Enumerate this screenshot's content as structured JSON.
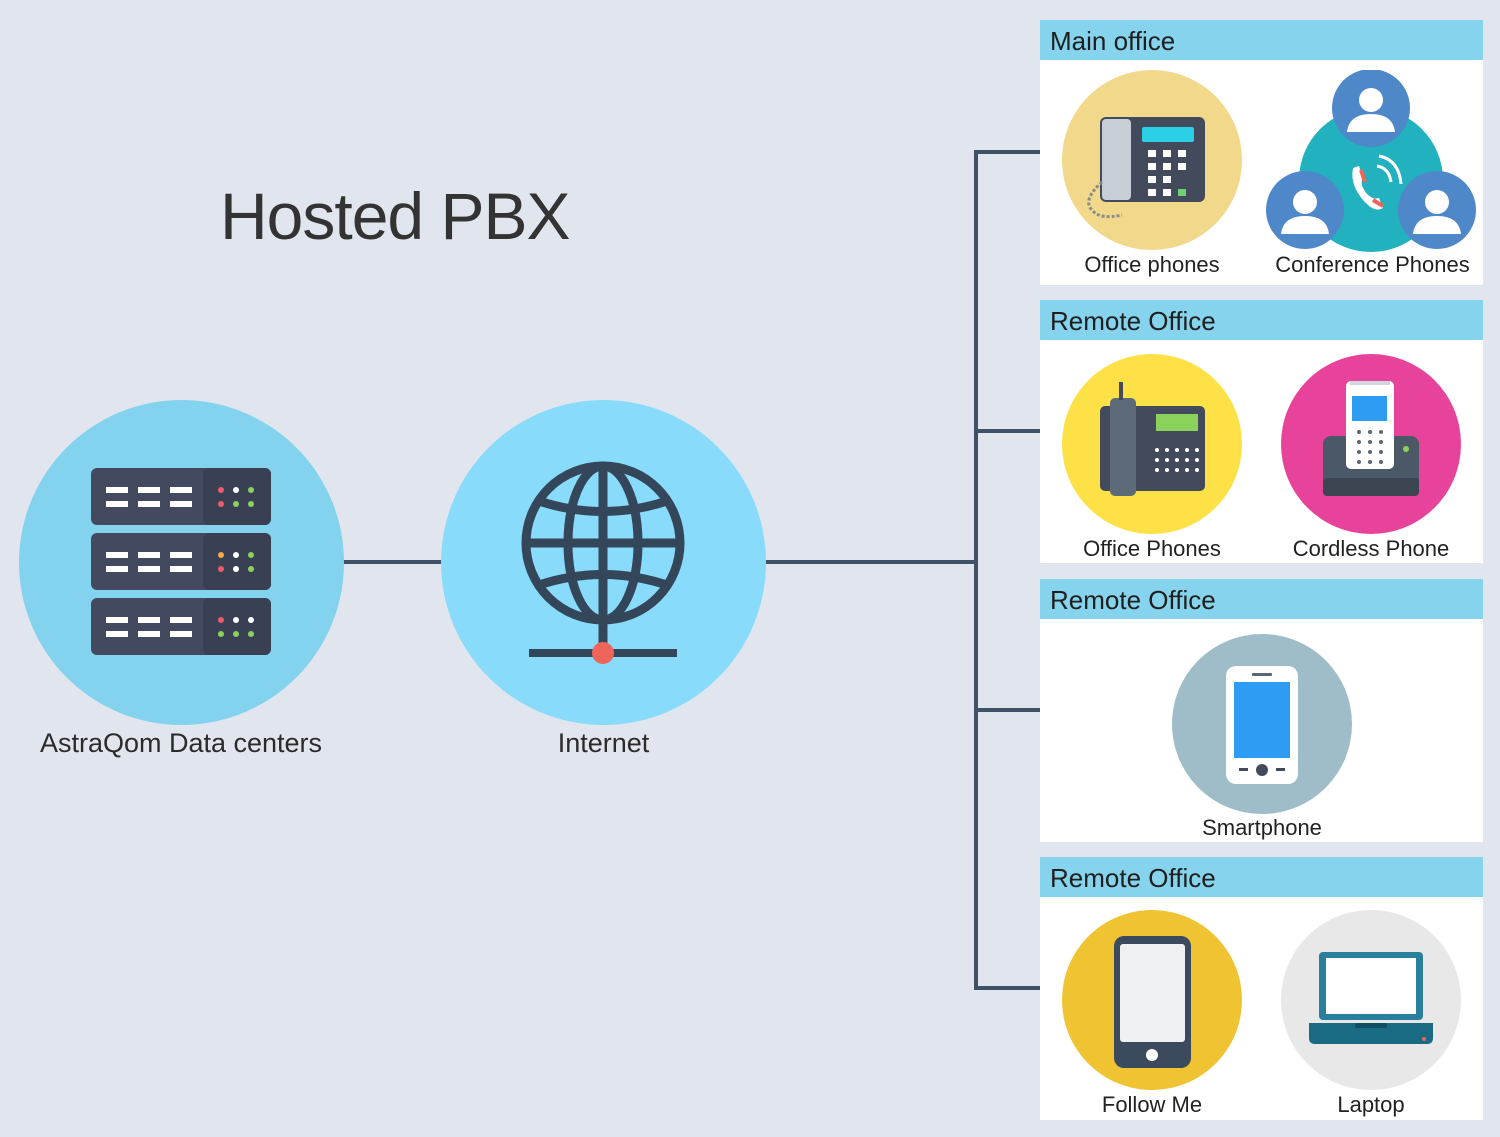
{
  "title": "Hosted PBX",
  "datacenter": {
    "label": "AstraQom Data centers"
  },
  "internet": {
    "label": "Internet"
  },
  "panels": [
    {
      "header": "Main office",
      "devices": [
        {
          "label": "Office phones"
        },
        {
          "label": "Conference Phones"
        }
      ]
    },
    {
      "header": "Remote Office",
      "devices": [
        {
          "label": "Office Phones"
        },
        {
          "label": "Cordless Phone"
        }
      ]
    },
    {
      "header": "Remote Office",
      "devices": [
        {
          "label": "Smartphone"
        }
      ]
    },
    {
      "header": "Remote Office",
      "devices": [
        {
          "label": "Follow Me"
        },
        {
          "label": "Laptop"
        }
      ]
    }
  ],
  "colors": {
    "background": "#e1e6ee",
    "connector": "#3e5166",
    "panel_header": "#85d3ec",
    "datacenter_circle": "#83d2ee",
    "internet_circle": "#88dbfb"
  }
}
